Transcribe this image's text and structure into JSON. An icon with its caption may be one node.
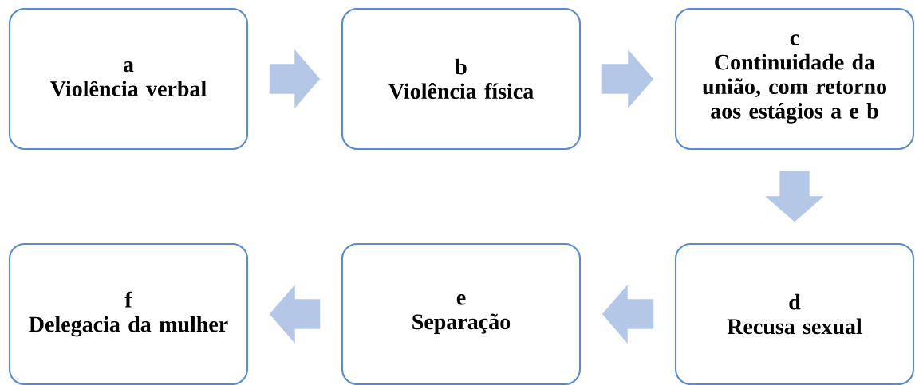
{
  "diagram": {
    "nodes": [
      {
        "text": [
          "a",
          "Violência verbal"
        ]
      },
      {
        "text": [
          "b",
          "Violência física"
        ]
      },
      {
        "text": [
          "c",
          "Continuidade da união, com retorno aos estágios a e b"
        ]
      },
      {
        "text": [
          "d",
          "Recusa sexual"
        ]
      },
      {
        "text": [
          "e",
          "Separação"
        ]
      },
      {
        "text": [
          "f",
          "Delegacia da mulher"
        ]
      }
    ],
    "edges": [
      {
        "from": 0,
        "to": 1,
        "arrow": "to"
      },
      {
        "from": 1,
        "to": 2,
        "arrow": "to"
      },
      {
        "from": 2,
        "to": 3,
        "arrow": "to"
      },
      {
        "from": 3,
        "to": 4,
        "arrow": "to"
      },
      {
        "from": 4,
        "to": 5,
        "arrow": "to"
      }
    ]
  }
}
